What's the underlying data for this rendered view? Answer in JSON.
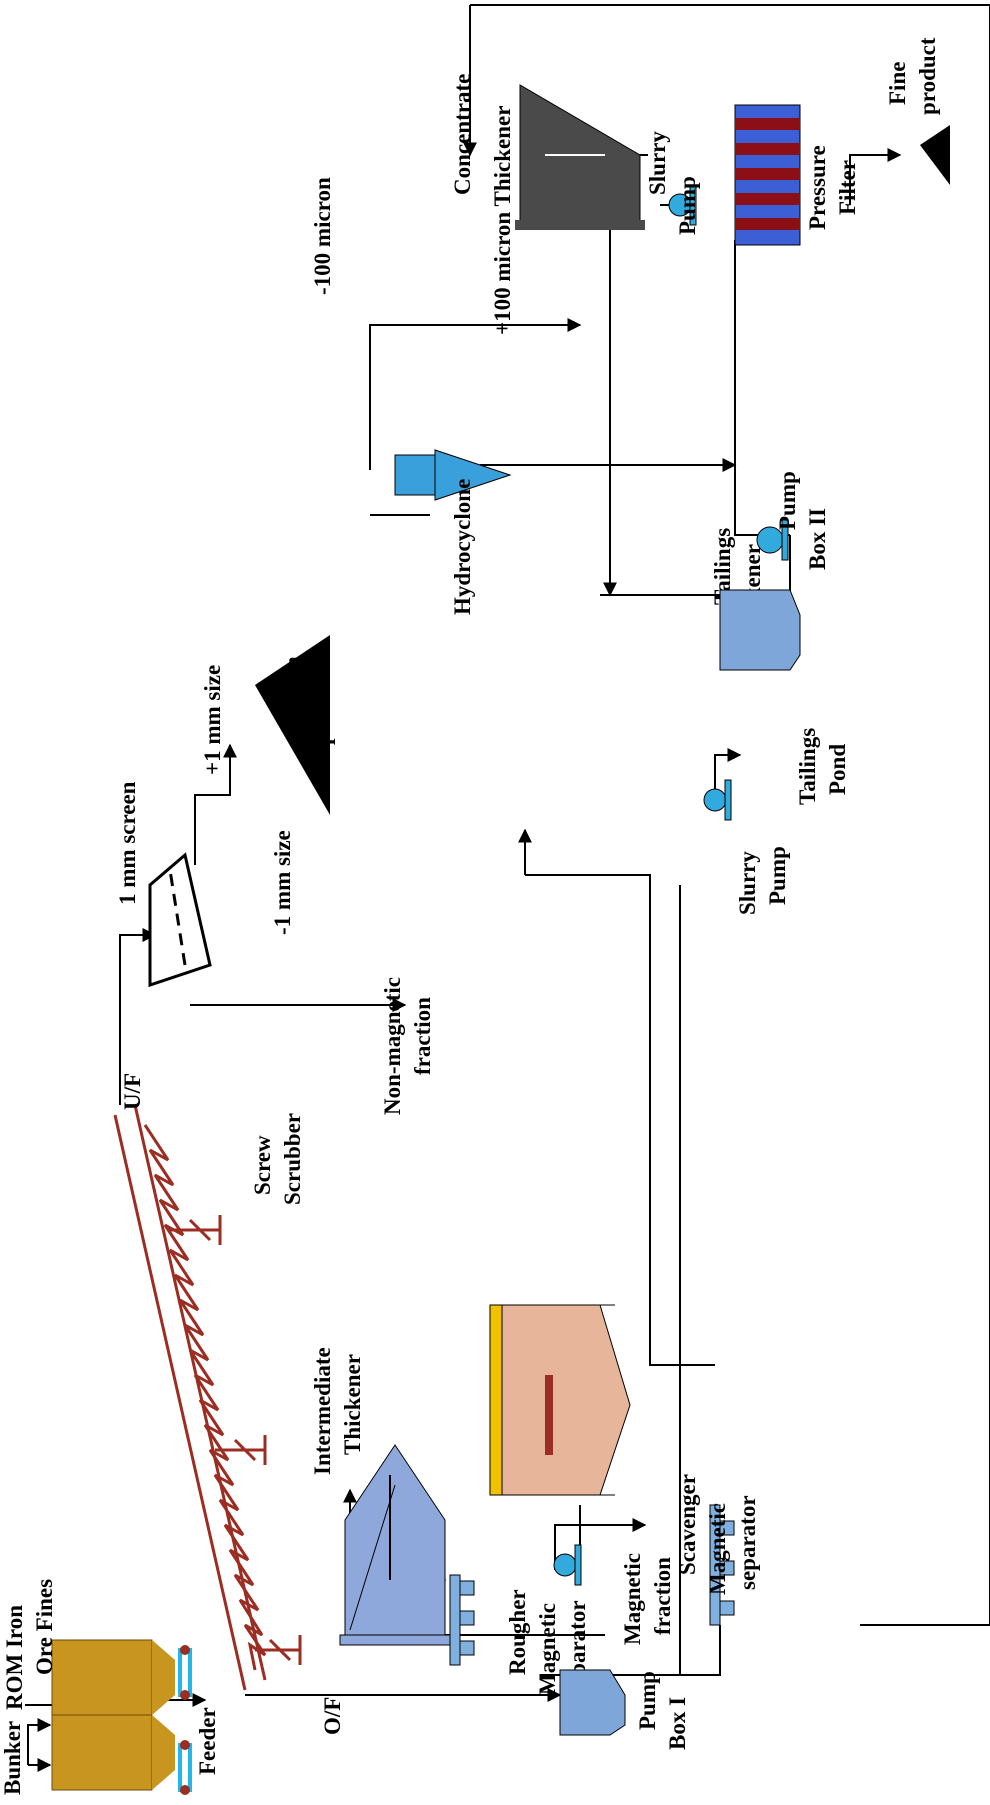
{
  "labels": {
    "bunker": "Bunker",
    "rom_line1": "ROM Iron",
    "rom_line2": "Ore Fines",
    "feeder": "Feeder",
    "screw_line1": "Screw",
    "screw_line2": "Scrubber",
    "uf": "U/F",
    "of": "O/F",
    "screen": "1 mm screen",
    "plus1": "+1 mm size",
    "minus1": "-1 mm size",
    "prod1_line1": "+1 mm",
    "prod1_line2": "product",
    "inter_line1": "Intermediate",
    "inter_line2": "Thickener",
    "rougher_line1": "Rougher",
    "rougher_line2": "Magnetic",
    "rougher_line3": "separator",
    "scav_line1": "Scavenger",
    "scav_line2": "Magnetic",
    "scav_line3": "separator",
    "magfrac_line1": "Magnetic",
    "magfrac_line2": "fraction",
    "nonmag_line1": "Non-magnetic",
    "nonmag_line2": "fraction",
    "tail_thick_line1": "Tailings",
    "tail_thick_line2": "Thickener",
    "tail_pump_line1": "Slurry",
    "tail_pump_line2": "Pump",
    "tail_pond_line1": "Tailings",
    "tail_pond_line2": "Pond",
    "pumpbox1_line1": "Pump",
    "pumpbox1_line2": "Box I",
    "hydro": "Hydrocyclone",
    "minus100": "-100 micron",
    "conc": "Concentrate",
    "plus100": "+100 micron Thickener",
    "slurry_line1": "Slurry",
    "slurry_line2": "Pump",
    "pumpbox2_line1": "Pump",
    "pumpbox2_line2": "Box II",
    "pf_line1": "Pressure",
    "pf_line2": "Filter",
    "fine_line1": "Fine",
    "fine_line2": "product"
  },
  "colors": {
    "bunker": "#c8961e",
    "scrubber": "#9b2d22",
    "thickener_blue": "#8fa8dc",
    "thickener_dark": "#4a4a4a",
    "tail_thickener_fill": "#e6b59a",
    "tail_thickener_frame": "#f2c200",
    "hydrocyclone": "#3aa0dc",
    "pump_cyan": "#33aadd",
    "pumpbox": "#7fa6d8",
    "filter_blue": "#3d5fd6",
    "filter_red": "#8c0f18",
    "separator": "#7fb0e0"
  },
  "icons": {
    "bunker": "bunker-icon",
    "scrubber": "screw-scrubber-icon",
    "screen": "screen-icon",
    "product_pile": "product-pile-icon",
    "thickener": "thickener-icon",
    "separator": "magnetic-separator-icon",
    "pump": "slurry-pump-icon",
    "pumpbox": "pump-box-icon",
    "hydrocyclone": "hydrocyclone-icon",
    "filter": "pressure-filter-icon"
  }
}
